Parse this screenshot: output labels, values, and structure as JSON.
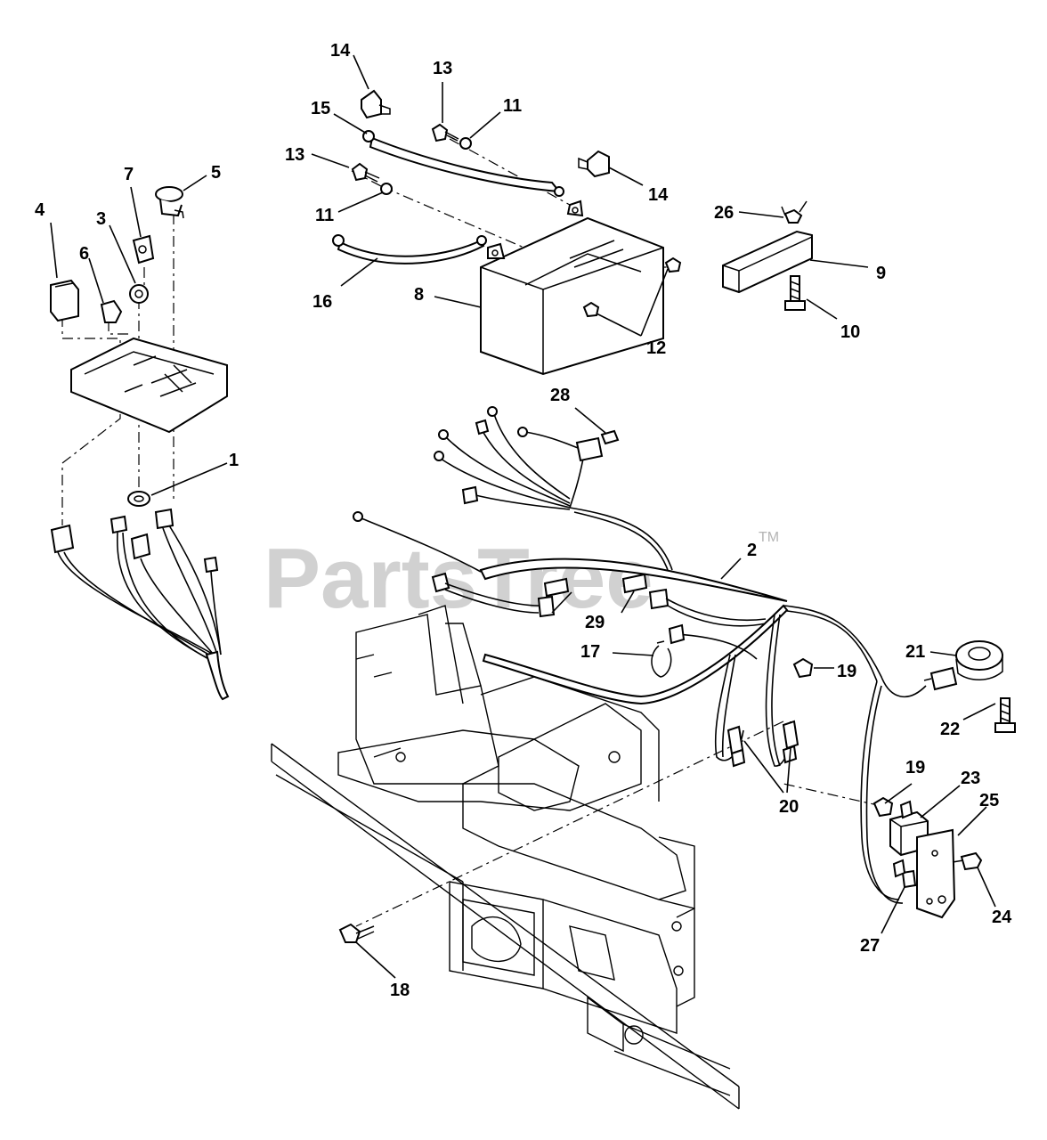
{
  "watermark": {
    "text": "PartsTree",
    "trademark": "TM"
  },
  "callouts": {
    "c1": "1",
    "c2": "2",
    "c3": "3",
    "c4": "4",
    "c5": "5",
    "c6": "6",
    "c7": "7",
    "c8": "8",
    "c9": "9",
    "c10": "10",
    "c11a": "11",
    "c11b": "11",
    "c12": "12",
    "c13a": "13",
    "c13b": "13",
    "c14a": "14",
    "c14b": "14",
    "c15": "15",
    "c16": "16",
    "c17": "17",
    "c18": "18",
    "c19a": "19",
    "c19b": "19",
    "c20": "20",
    "c21": "21",
    "c22": "22",
    "c23": "23",
    "c24": "24",
    "c25": "25",
    "c26": "26",
    "c27": "27",
    "c28": "28",
    "c29": "29"
  }
}
